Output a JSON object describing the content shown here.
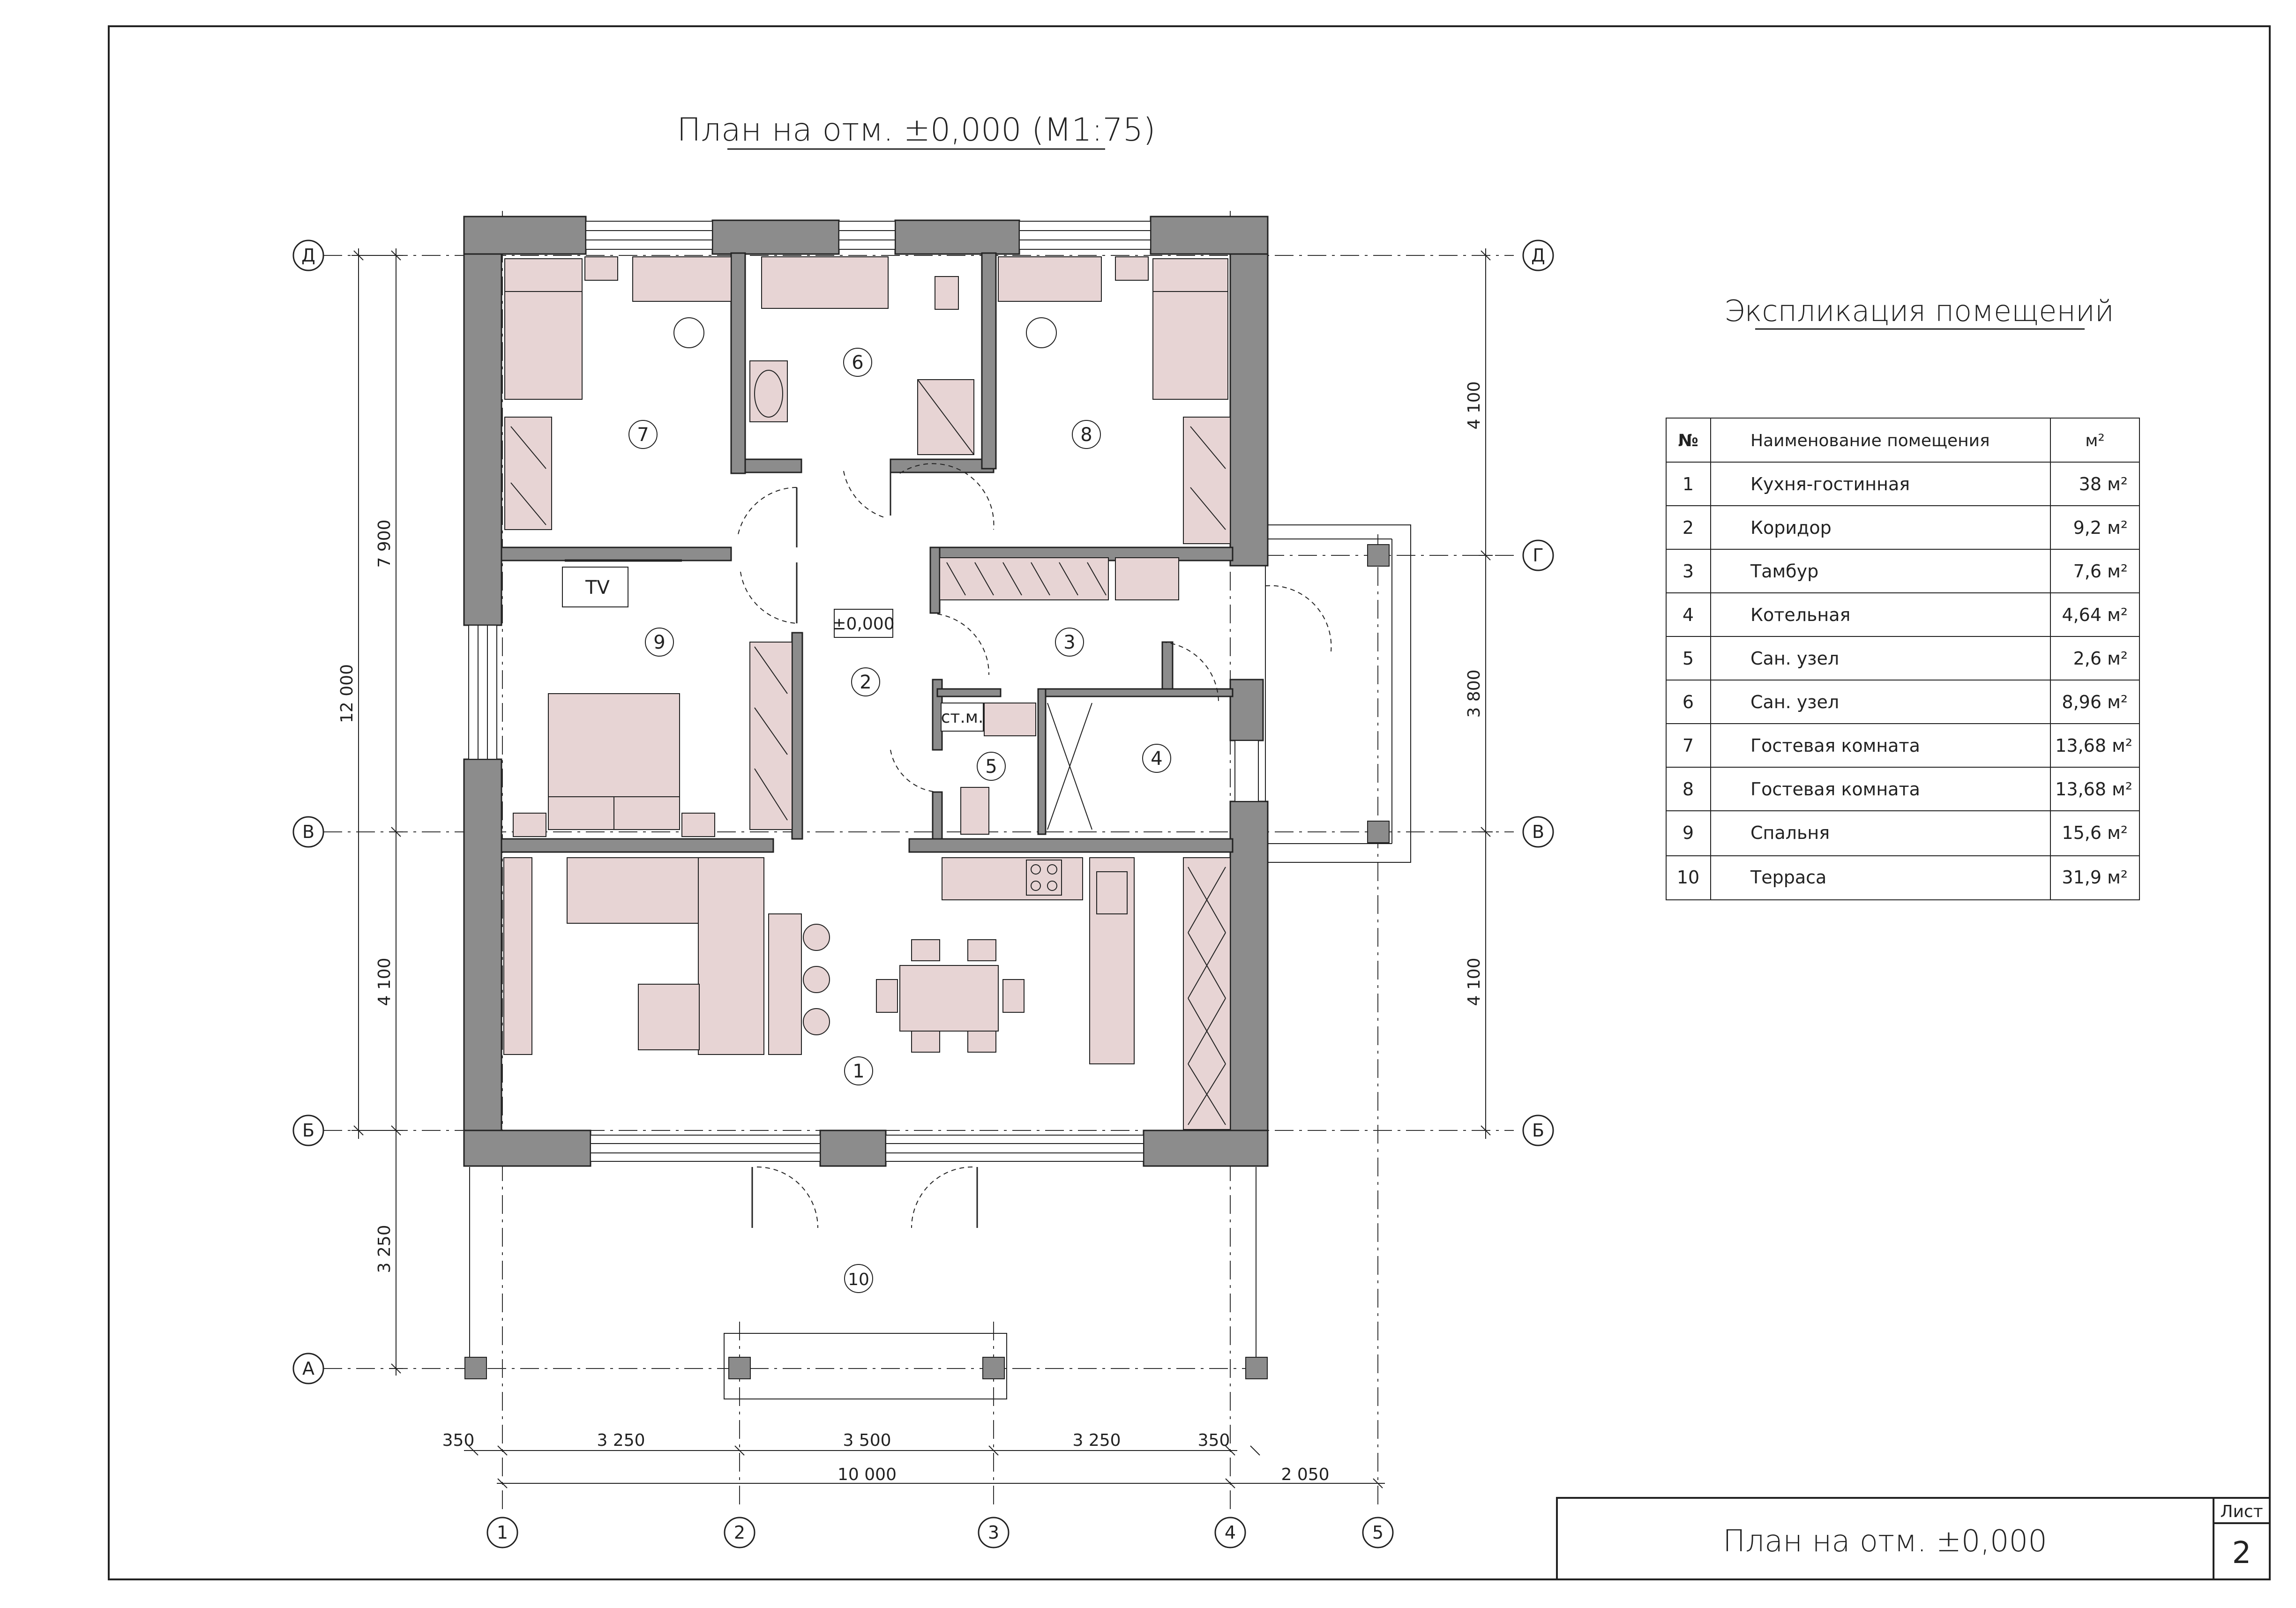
{
  "title": "План на отм. ±0,000 (М1:75)",
  "explication": {
    "title": "Экспликация помещений",
    "headers": {
      "num": "№",
      "name": "Наименование помещения",
      "area": "м²"
    },
    "rows": [
      {
        "num": "1",
        "name": "Кухня-гостинная",
        "area": "38 м²"
      },
      {
        "num": "2",
        "name": "Коридор",
        "area": "9,2 м²"
      },
      {
        "num": "3",
        "name": "Тамбур",
        "area": "7,6 м²"
      },
      {
        "num": "4",
        "name": "Котельная",
        "area": "4,64 м²"
      },
      {
        "num": "5",
        "name": "Сан. узел",
        "area": "2,6 м²"
      },
      {
        "num": "6",
        "name": "Сан. узел",
        "area": "8,96 м²"
      },
      {
        "num": "7",
        "name": "Гостевая комната",
        "area": "13,68 м²"
      },
      {
        "num": "8",
        "name": "Гостевая комната",
        "area": "13,68 м²"
      },
      {
        "num": "9",
        "name": "Спальня",
        "area": "15,6 м²"
      },
      {
        "num": "10",
        "name": "Терраса",
        "area": "31,9 м²"
      }
    ]
  },
  "axes_letters": [
    "Д",
    "Г",
    "В",
    "Б",
    "А"
  ],
  "axes_numbers": [
    "1",
    "2",
    "3",
    "4",
    "5"
  ],
  "dims": {
    "left_total": "12 000",
    "left_upper": "7 900",
    "left_lower": "4 100",
    "left_terrace": "3 250",
    "right_top": "4 100",
    "right_mid": "3 800",
    "right_bottom": "4 100",
    "bottom_350_left": "350",
    "bottom_3250_a": "3 250",
    "bottom_3500": "3 500",
    "bottom_3250_b": "3 250",
    "bottom_350_right": "350",
    "bottom_total": "10 000",
    "bottom_2050": "2 050"
  },
  "labels": {
    "level": "±0,000",
    "tv": "TV",
    "washer": "ст.м."
  },
  "room_numbers": [
    "1",
    "2",
    "3",
    "4",
    "5",
    "6",
    "7",
    "8",
    "9",
    "10"
  ],
  "stamp": {
    "title": "План на отм. ±0,000",
    "sheet_label": "Лист",
    "sheet_num": "2"
  },
  "colors": {
    "wall": "#8c8c8c",
    "furniture": "#e7d4d4",
    "line": "#222222"
  }
}
